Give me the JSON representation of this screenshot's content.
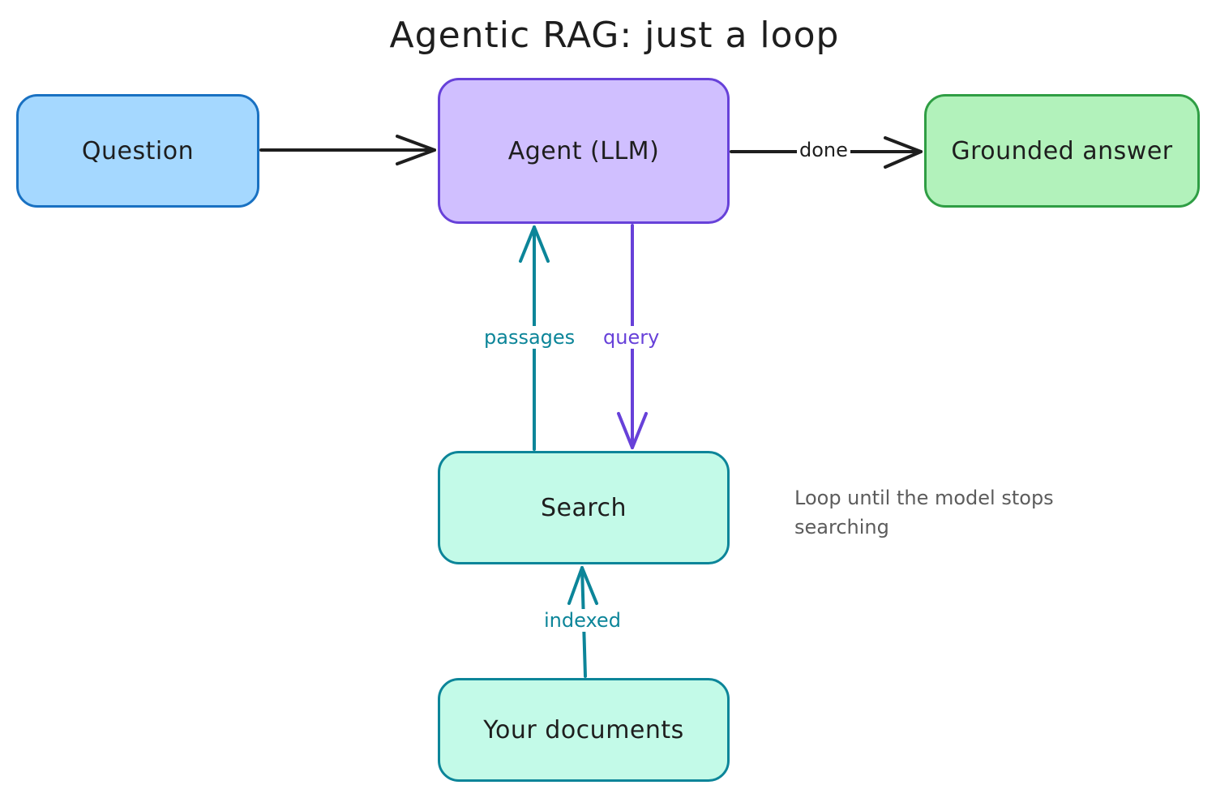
{
  "diagram": {
    "title": "Agentic RAG: just a loop",
    "nodes": {
      "question": "Question",
      "agent": "Agent (LLM)",
      "answer": "Grounded answer",
      "search": "Search",
      "documents": "Your documents"
    },
    "edges": {
      "done": "done",
      "passages": "passages",
      "query": "query",
      "indexed": "indexed"
    },
    "note": "Loop until the model stops searching",
    "colors": {
      "question_fill": "#a5d8ff",
      "question_stroke": "#1971c2",
      "agent_fill": "#d0bfff",
      "agent_stroke": "#6741d9",
      "answer_fill": "#b2f2bb",
      "answer_stroke": "#2f9e44",
      "search_fill": "#c3fae8",
      "search_stroke": "#0c8599",
      "arrow_default": "#1e1e1e"
    }
  }
}
